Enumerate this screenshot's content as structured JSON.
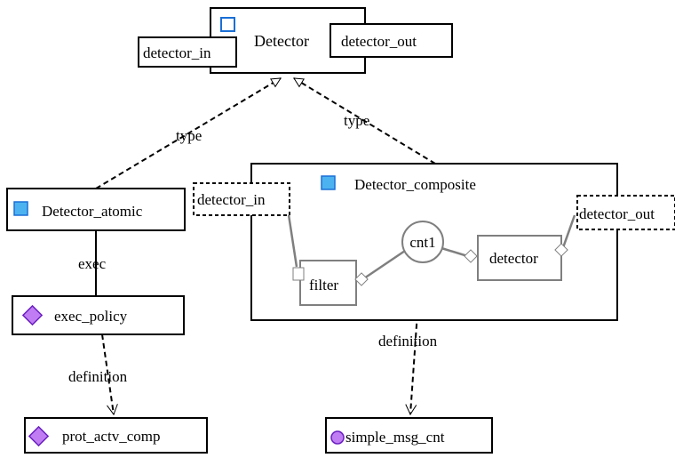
{
  "nodes": {
    "detector": {
      "label": "Detector",
      "port_in": "detector_in",
      "port_out": "detector_out"
    },
    "detector_atomic": {
      "label": "Detector_atomic"
    },
    "detector_composite": {
      "label": "Detector_composite",
      "port_in": "detector_in",
      "port_out": "detector_out",
      "filter": "filter",
      "cnt": "cnt1",
      "inner_detector": "detector"
    },
    "exec_policy": {
      "label": "exec_policy"
    },
    "prot_actv_comp": {
      "label": "prot_actv_comp"
    },
    "simple_msg_cnt": {
      "label": "simple_msg_cnt"
    }
  },
  "edges": {
    "type_left": "type",
    "type_right": "type",
    "exec": "exec",
    "definition_left": "definition",
    "definition_right": "definition"
  },
  "colors": {
    "class_icon": "#4db3f0",
    "class_icon_border": "#1a6fd6",
    "policy_icon": "#c07cf2",
    "policy_icon_border": "#6a1fc2",
    "inner_gray": "#7f7f7f"
  }
}
